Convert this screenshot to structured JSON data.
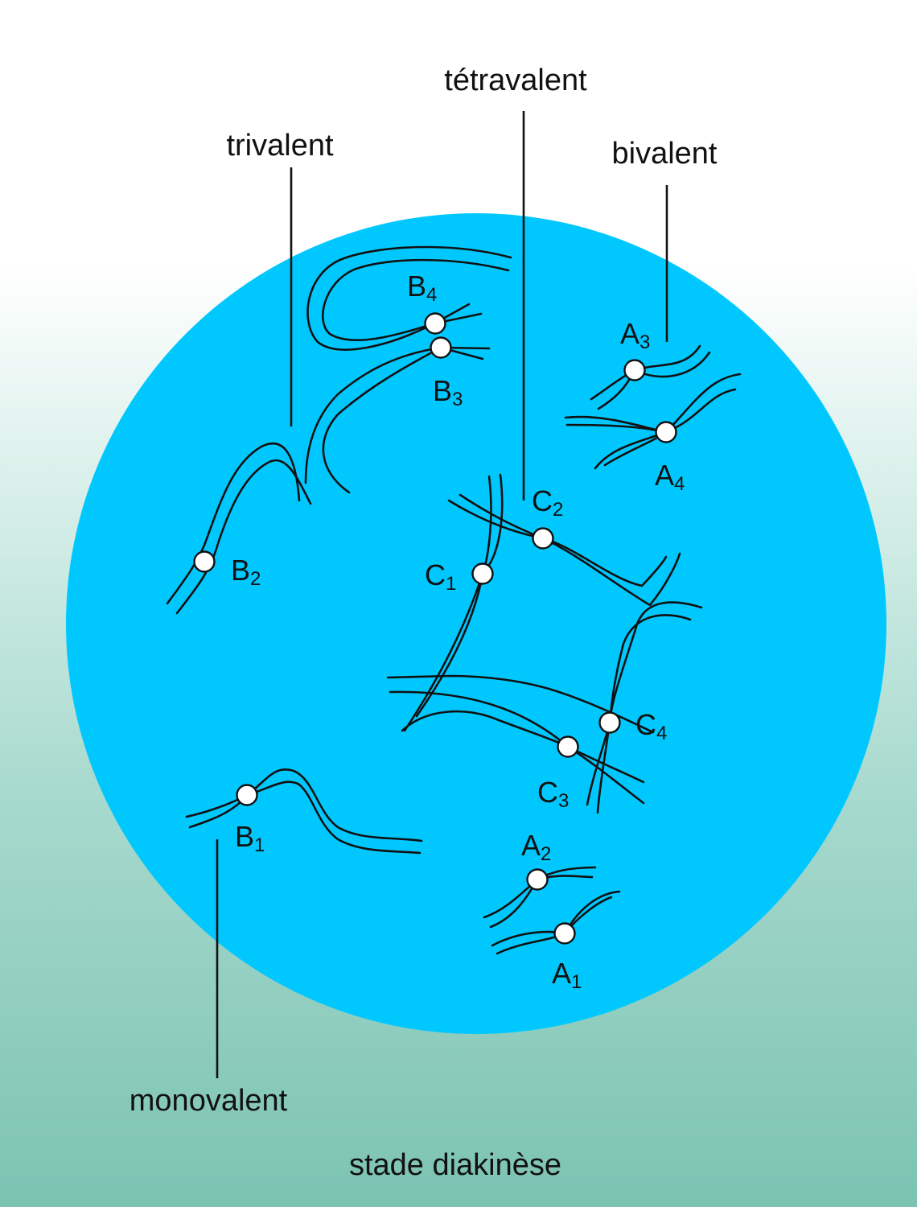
{
  "labels": {
    "trivalent": "trivalent",
    "tetravalent": "tétravalent",
    "bivalent": "bivalent",
    "monovalent": "monovalent",
    "stage": "stade diakinèse"
  },
  "chromosome_labels": {
    "A1": {
      "letter": "A",
      "index": "1"
    },
    "A2": {
      "letter": "A",
      "index": "2"
    },
    "A3": {
      "letter": "A",
      "index": "3"
    },
    "A4": {
      "letter": "A",
      "index": "4"
    },
    "B1": {
      "letter": "B",
      "index": "1"
    },
    "B2": {
      "letter": "B",
      "index": "2"
    },
    "B3": {
      "letter": "B",
      "index": "3"
    },
    "B4": {
      "letter": "B",
      "index": "4"
    },
    "C1": {
      "letter": "C",
      "index": "1"
    },
    "C2": {
      "letter": "C",
      "index": "2"
    },
    "C3": {
      "letter": "C",
      "index": "3"
    },
    "C4": {
      "letter": "C",
      "index": "4"
    }
  },
  "colors": {
    "nucleus": "#00c8ff",
    "background_top": "#ffffff",
    "background_bottom": "#7cc3b2",
    "line": "#111111",
    "centromere_fill": "#ffffff"
  }
}
